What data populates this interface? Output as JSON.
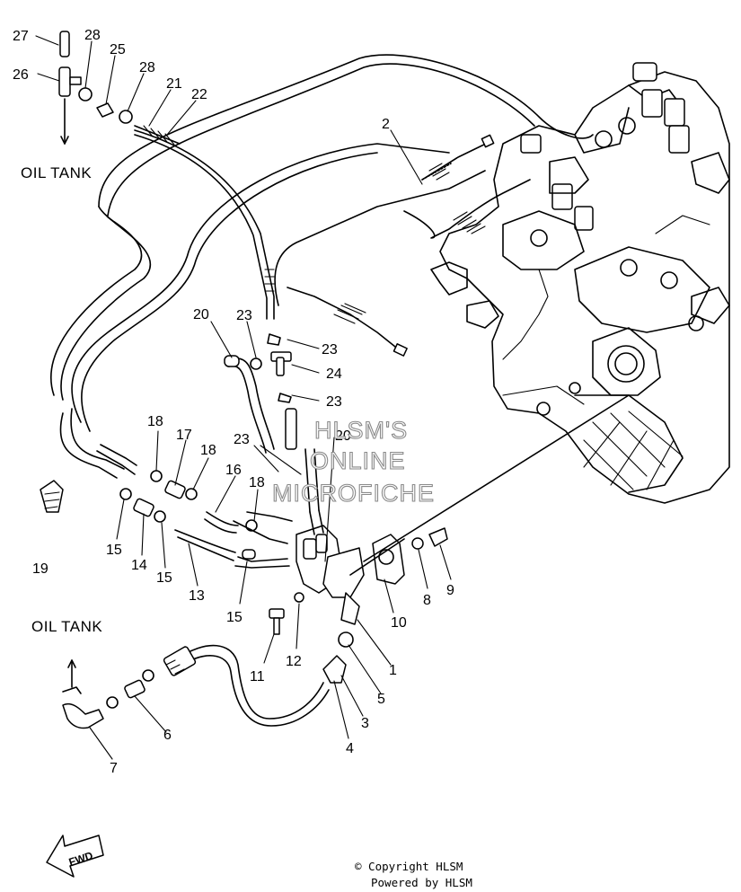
{
  "labels": {
    "oil_tank_top": "OIL TANK",
    "oil_tank_bottom": "OIL TANK",
    "fwd": "FWD"
  },
  "callouts": {
    "c1": "1",
    "c2": "2",
    "c3": "3",
    "c4": "4",
    "c5": "5",
    "c6": "6",
    "c7": "7",
    "c8": "8",
    "c9": "9",
    "c10": "10",
    "c11": "11",
    "c12": "12",
    "c13": "13",
    "c14": "14",
    "c15a": "15",
    "c15b": "15",
    "c15c": "15",
    "c16": "16",
    "c17": "17",
    "c18a": "18",
    "c18b": "18",
    "c18c": "18",
    "c19": "19",
    "c20a": "20",
    "c20b": "20",
    "c21": "21",
    "c22": "22",
    "c23a": "23",
    "c23b": "23",
    "c23c": "23",
    "c23d": "23",
    "c24": "24",
    "c25": "25",
    "c26": "26",
    "c27": "27",
    "c28a": "28",
    "c28b": "28"
  },
  "watermark": {
    "line1": "HLSM'S",
    "line2": "ONLINE",
    "line3": "MICROFICHE"
  },
  "footer": {
    "copyright": "© Copyright HLSM",
    "powered": "Powered by HLSM"
  }
}
